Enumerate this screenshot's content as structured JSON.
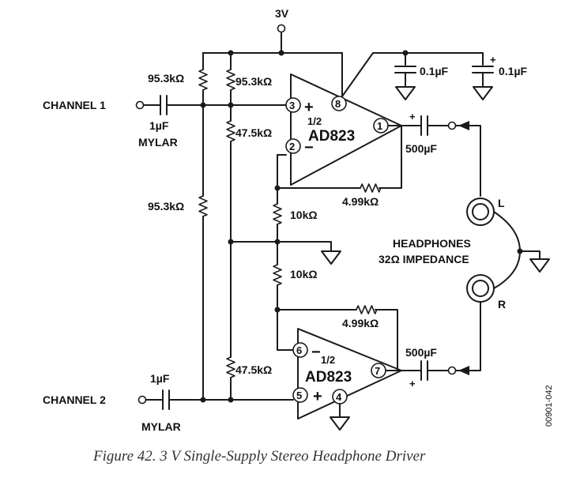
{
  "supply": {
    "label": "3V"
  },
  "inputs": {
    "channel1": {
      "label": "CHANNEL 1",
      "cap": "1µF",
      "cap_type": "MYLAR"
    },
    "channel2": {
      "label": "CHANNEL 2",
      "cap": "1µF",
      "cap_type": "MYLAR"
    }
  },
  "resistors": {
    "r_top_left": "95.3kΩ",
    "r_top_right": "95.3kΩ",
    "r_mid_left": "95.3kΩ",
    "r_bias1": "47.5kΩ",
    "r_bias2": "47.5kΩ",
    "r_div1": "10kΩ",
    "r_div2": "10kΩ",
    "r_fb1": "4.99kΩ",
    "r_fb2": "4.99kΩ"
  },
  "capacitors": {
    "decouple1": "0.1µF",
    "decouple2": "0.1µF",
    "out1": "500µF",
    "out2": "500µF"
  },
  "amplifiers": {
    "top": {
      "part": "AD823",
      "fraction": "1/2",
      "pins": {
        "noninv": "3",
        "inv": "2",
        "out": "1",
        "vplus": "8"
      }
    },
    "bottom": {
      "part": "AD823",
      "fraction": "1/2",
      "pins": {
        "noninv": "5",
        "inv": "6",
        "out": "7",
        "vminus": "4"
      }
    }
  },
  "headphones": {
    "label_line1": "HEADPHONES",
    "label_line2": "32Ω IMPEDANCE",
    "left": "L",
    "right": "R"
  },
  "figure": {
    "code": "00901-042",
    "caption": "Figure 42. 3 V Single-Supply Stereo Headphone Driver"
  },
  "symbols": {
    "plus": "+",
    "minus": "−"
  }
}
